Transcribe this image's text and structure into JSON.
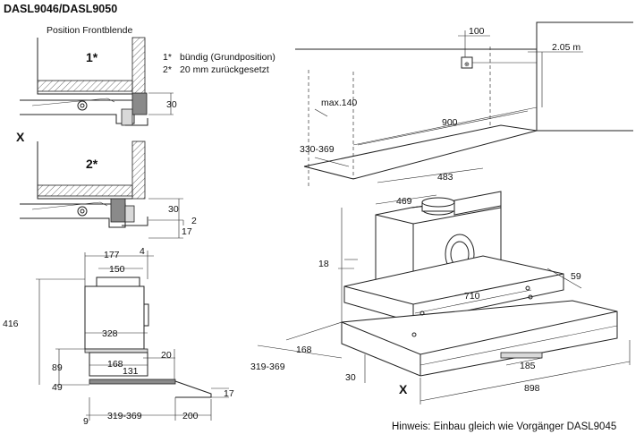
{
  "title": "DASL9046/DASL9050",
  "position_label": "Position Frontblende",
  "legend": {
    "one_marker": "1*",
    "one_text": "bündig (Grundposition)",
    "two_marker": "2*",
    "two_text": "20 mm zurückgesetzt"
  },
  "markers": {
    "one": "1*",
    "two": "2*",
    "x_left": "X",
    "x_right": "X"
  },
  "dims_left": {
    "d30a": "30",
    "d30b": "30",
    "d2": "2",
    "d17a": "17",
    "d177": "177",
    "d4": "4",
    "d150": "150",
    "d416": "416",
    "d328": "328",
    "d20": "20",
    "d168": "168",
    "d131": "131",
    "d89": "89",
    "d49": "49",
    "d17b": "17",
    "d9": "9",
    "d319": "319-369",
    "d200": "200"
  },
  "dims_right": {
    "d100": "100",
    "d205": "2.05 m",
    "dmax140": "max.140",
    "d900": "900",
    "d330": "330-369",
    "d483": "483",
    "d469": "469",
    "d18": "18",
    "d59": "59",
    "d710": "710",
    "d168": "168",
    "d319": "319-369",
    "d30": "30",
    "d185": "185",
    "d898": "898"
  },
  "footer_note": "Hinweis: Einbau gleich wie Vorgänger DASL9045"
}
